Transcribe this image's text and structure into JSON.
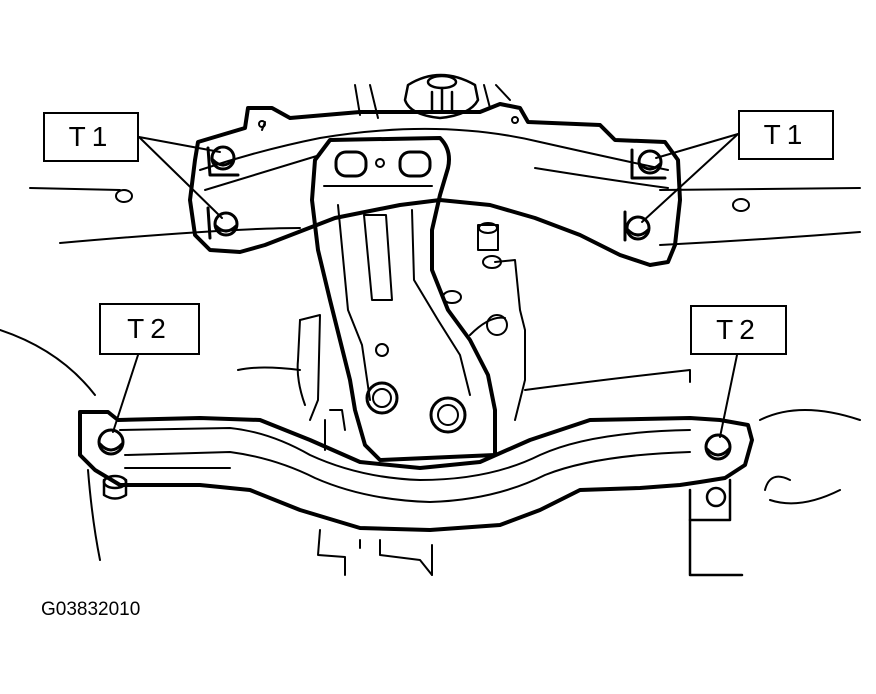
{
  "labels": {
    "t1_left": "T1",
    "t1_right": "T1",
    "t2_left": "T2",
    "t2_right": "T2"
  },
  "figure_code": "G03832010",
  "colors": {
    "line": "#000000",
    "background": "#ffffff"
  }
}
